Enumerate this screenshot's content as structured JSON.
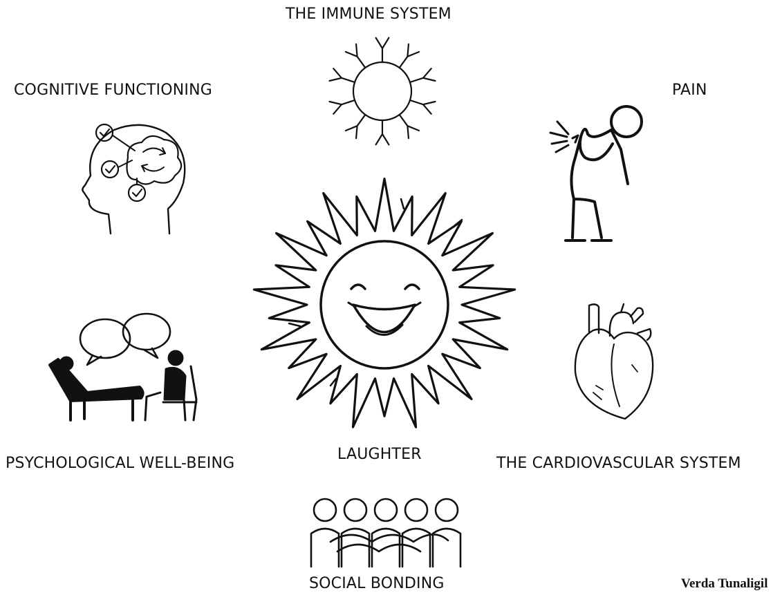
{
  "center": {
    "label": "LAUGHTER",
    "icon": "laughing-sun-icon"
  },
  "topics": [
    {
      "key": "immune",
      "label": "THE IMMUNE SYSTEM",
      "icon": "antibody-ring-icon"
    },
    {
      "key": "cognitive",
      "label": "COGNITIVE FUNCTIONING",
      "icon": "brain-head-icon"
    },
    {
      "key": "pain",
      "label": "PAIN",
      "icon": "back-pain-figure-icon"
    },
    {
      "key": "psychological",
      "label": "PSYCHOLOGICAL WELL-BEING",
      "icon": "therapy-session-icon"
    },
    {
      "key": "cardio",
      "label": "THE CARDIOVASCULAR SYSTEM",
      "icon": "heart-icon"
    },
    {
      "key": "social",
      "label": "SOCIAL BONDING",
      "icon": "group-hug-icon"
    }
  ],
  "credit": "Verda Tunaligil",
  "colors": {
    "ink": "#111111",
    "background": "#ffffff"
  }
}
